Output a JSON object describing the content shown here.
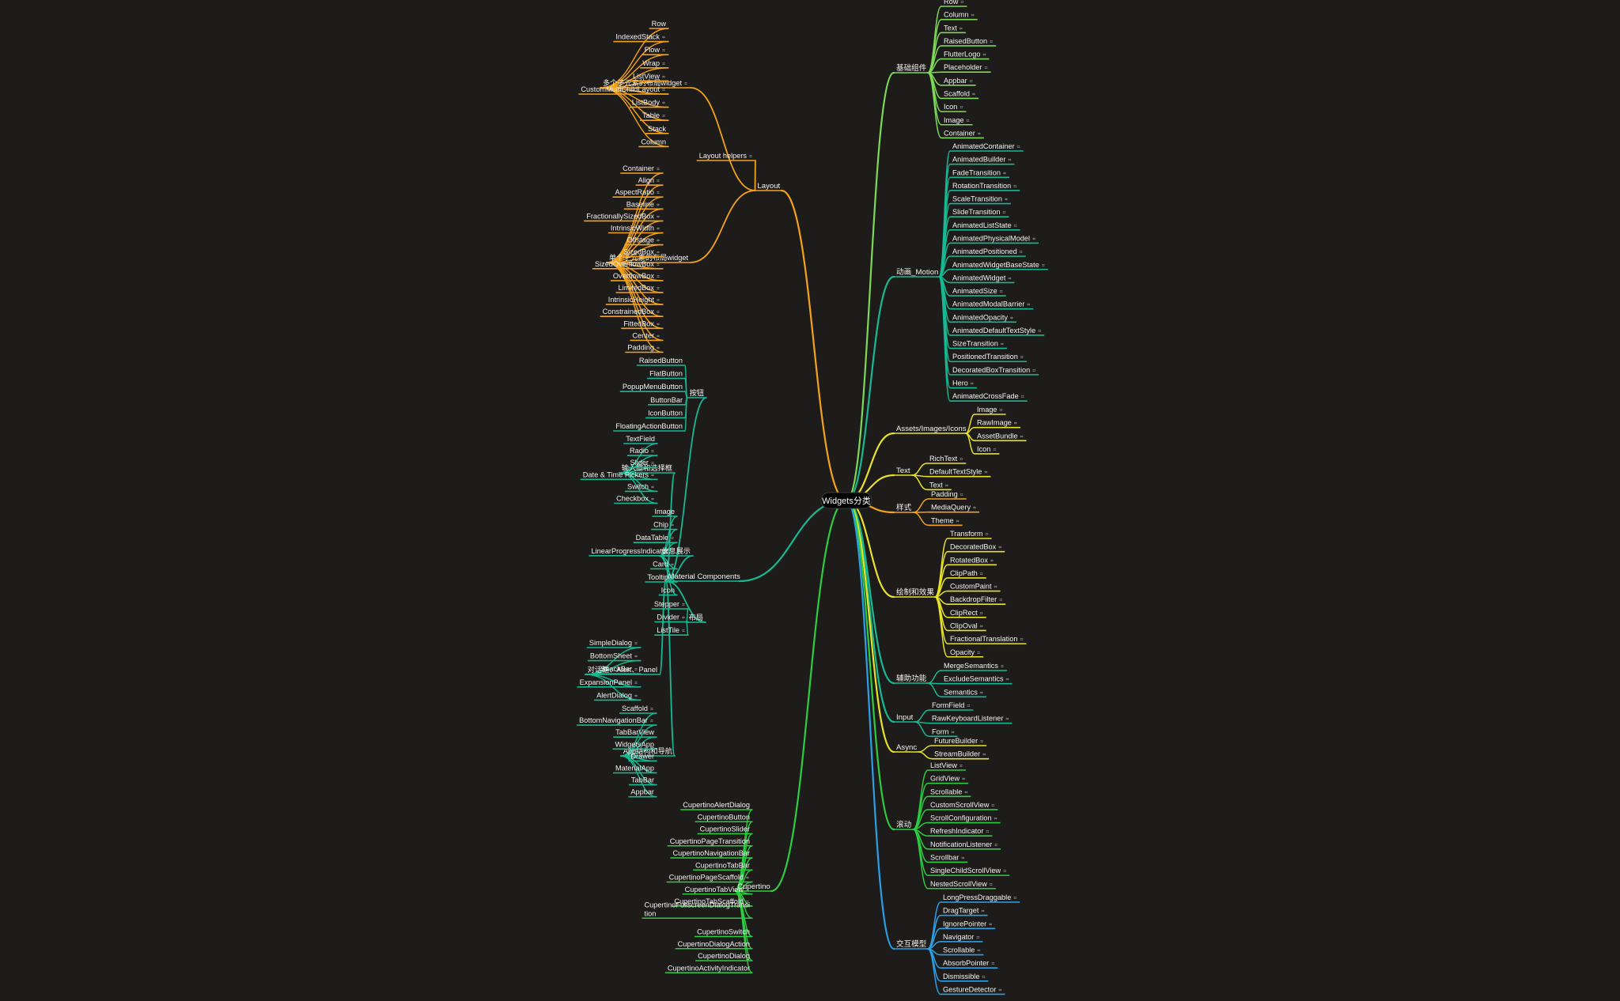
{
  "root": "Widgets分类",
  "colors": {
    "background": "#1e1c1a",
    "orange": "#f4a21c",
    "teal": "#17b992",
    "green": "#2ecc40",
    "lime": "#7ed957",
    "yellow": "#e8e22a",
    "blue": "#2ca0e6",
    "text": "#f4f4f4"
  },
  "marker_glyph": "⌗",
  "left": [
    {
      "label": "Layout",
      "color": "orange",
      "children": [
        {
          "label": "多个子元素的布局widget",
          "marker": true,
          "children": [
            {
              "label": "Row",
              "marker": false
            },
            {
              "label": "IndexedStack",
              "marker": true
            },
            {
              "label": "Flow",
              "marker": true
            },
            {
              "label": "Wrap",
              "marker": true
            },
            {
              "label": "ListView",
              "marker": true
            },
            {
              "label": "CustomMultiChildLayout",
              "marker": true
            },
            {
              "label": "ListBody",
              "marker": true
            },
            {
              "label": "Table",
              "marker": true
            },
            {
              "label": "Stack",
              "marker": false
            },
            {
              "label": "Column",
              "marker": false
            }
          ]
        },
        {
          "label": "Layout helpers",
          "marker": true,
          "children": []
        },
        {
          "label": "单个子元素的布局widget",
          "marker": false,
          "children": [
            {
              "label": "Container",
              "marker": true
            },
            {
              "label": "Align",
              "marker": true
            },
            {
              "label": "AspectRatio",
              "marker": true
            },
            {
              "label": "Baseline",
              "marker": true
            },
            {
              "label": "FractionallySizedBox",
              "marker": true
            },
            {
              "label": "IntrinsicWidth",
              "marker": true
            },
            {
              "label": "Offstage",
              "marker": true
            },
            {
              "label": "SizedBox",
              "marker": true
            },
            {
              "label": "SizedOverflowBox",
              "marker": true
            },
            {
              "label": "OverflowBox",
              "marker": true
            },
            {
              "label": "LimitedBox",
              "marker": true
            },
            {
              "label": "IntrinsicHeight",
              "marker": true
            },
            {
              "label": "ConstrainedBox",
              "marker": true
            },
            {
              "label": "FittedBox",
              "marker": true
            },
            {
              "label": "Center",
              "marker": true
            },
            {
              "label": "Padding",
              "marker": true
            }
          ]
        }
      ]
    },
    {
      "label": "Material Components",
      "color": "teal",
      "children": [
        {
          "label": "按钮",
          "marker": false,
          "children": [
            {
              "label": "RaisedButton",
              "marker": false
            },
            {
              "label": "FlatButton",
              "marker": false
            },
            {
              "label": "PopupMenuButton",
              "marker": false
            },
            {
              "label": "ButtonBar",
              "marker": false
            },
            {
              "label": "IconButton",
              "marker": false
            },
            {
              "label": "FloatingActionButton",
              "marker": false
            }
          ]
        },
        {
          "label": "输入框和选择框",
          "marker": false,
          "children": [
            {
              "label": "TextField",
              "marker": false
            },
            {
              "label": "Radio",
              "marker": true
            },
            {
              "label": "Slider",
              "marker": true
            },
            {
              "label": "Date & Time Pickers",
              "marker": true
            },
            {
              "label": "Switch",
              "marker": true
            },
            {
              "label": "Checkbox",
              "marker": true
            }
          ]
        },
        {
          "label": "信息展示",
          "marker": false,
          "children": [
            {
              "label": "Image",
              "marker": false
            },
            {
              "label": "Chip",
              "marker": true
            },
            {
              "label": "DataTable",
              "marker": true
            },
            {
              "label": "LinearProgressIndicator",
              "marker": true
            },
            {
              "label": "Card",
              "marker": true
            },
            {
              "label": "Tooltip",
              "marker": true
            },
            {
              "label": "Icon",
              "marker": false
            }
          ]
        },
        {
          "label": "布局",
          "marker": false,
          "children": [
            {
              "label": "Stepper",
              "marker": true
            },
            {
              "label": "Divider",
              "marker": true
            },
            {
              "label": "ListTile",
              "marker": true
            }
          ]
        },
        {
          "label": "对话框、Alert、Panel",
          "marker": false,
          "children": [
            {
              "label": "SimpleDialog",
              "marker": true
            },
            {
              "label": "BottomSheet",
              "marker": true
            },
            {
              "label": "SnackBar",
              "marker": true
            },
            {
              "label": "ExpansionPanel",
              "marker": true
            },
            {
              "label": "AlertDialog",
              "marker": true
            }
          ]
        },
        {
          "label": "App结构和导航",
          "marker": false,
          "children": [
            {
              "label": "Scaffold",
              "marker": true
            },
            {
              "label": "BottomNavigationBar",
              "marker": true
            },
            {
              "label": "TabBarView",
              "marker": false
            },
            {
              "label": "WidgetsApp",
              "marker": false
            },
            {
              "label": "Drawer",
              "marker": false
            },
            {
              "label": "MaterialApp",
              "marker": false
            },
            {
              "label": "TabBar",
              "marker": false
            },
            {
              "label": "Appbar",
              "marker": false
            }
          ]
        }
      ]
    },
    {
      "label": "Cupertino",
      "color": "green",
      "children": [
        {
          "label": "CupertinoAlertDialog",
          "marker": false
        },
        {
          "label": "CupertinoButton",
          "marker": false
        },
        {
          "label": "CupertinoSlider",
          "marker": false
        },
        {
          "label": "CupertinoPageTransition",
          "marker": false
        },
        {
          "label": "CupertinoNavigationBar",
          "marker": false
        },
        {
          "label": "CupertinoTabBar",
          "marker": false
        },
        {
          "label": "CupertinoPageScaffold",
          "marker": true
        },
        {
          "label": "CupertinoTabView",
          "marker": true
        },
        {
          "label": "CupertinoTabScaffold",
          "marker": true
        },
        {
          "label": "CupertinoFullscreenDialogTransi\ntion",
          "marker": false
        },
        {
          "label": "CupertinoSwitch",
          "marker": false
        },
        {
          "label": "CupertinoDialogAction",
          "marker": false
        },
        {
          "label": "CupertinoDialog",
          "marker": false
        },
        {
          "label": "CupertinoActivityIndicator",
          "marker": false
        }
      ]
    }
  ],
  "right": [
    {
      "label": "基础组件",
      "color": "lime",
      "children": [
        {
          "label": "Row",
          "marker": true
        },
        {
          "label": "Column",
          "marker": true
        },
        {
          "label": "Text",
          "marker": true
        },
        {
          "label": "RaisedButton",
          "marker": true
        },
        {
          "label": "FlutterLogo",
          "marker": true
        },
        {
          "label": "Placeholder",
          "marker": true
        },
        {
          "label": "Appbar",
          "marker": true
        },
        {
          "label": "Scaffold",
          "marker": true
        },
        {
          "label": "Icon",
          "marker": true
        },
        {
          "label": "Image",
          "marker": true
        },
        {
          "label": "Container",
          "marker": true
        }
      ]
    },
    {
      "label": "动画_Motion",
      "color": "teal",
      "children": [
        {
          "label": "AnimatedContainer",
          "marker": true
        },
        {
          "label": "AnimatedBuilder",
          "marker": true
        },
        {
          "label": "FadeTransition",
          "marker": true
        },
        {
          "label": "RotationTransition",
          "marker": true
        },
        {
          "label": "ScaleTransition",
          "marker": true
        },
        {
          "label": "SlideTransition",
          "marker": true
        },
        {
          "label": "AnimatedListState",
          "marker": true
        },
        {
          "label": "AnimatedPhysicalModel",
          "marker": true
        },
        {
          "label": "AnimatedPositioned",
          "marker": true
        },
        {
          "label": "AnimatedWidgetBaseState",
          "marker": true
        },
        {
          "label": "AnimatedWidget",
          "marker": true
        },
        {
          "label": "AnimatedSize",
          "marker": true
        },
        {
          "label": "AnimatedModalBarrier",
          "marker": true
        },
        {
          "label": "AnimatedOpacity",
          "marker": true
        },
        {
          "label": "AnimatedDefaultTextStyle",
          "marker": true
        },
        {
          "label": "SizeTransition",
          "marker": true
        },
        {
          "label": "PositionedTransition",
          "marker": true
        },
        {
          "label": "DecoratedBoxTransition",
          "marker": true
        },
        {
          "label": "Hero",
          "marker": true
        },
        {
          "label": "AnimatedCrossFade",
          "marker": true
        }
      ]
    },
    {
      "label": "Assets/Images/Icons",
      "color": "yellow",
      "children": [
        {
          "label": "Image",
          "marker": true
        },
        {
          "label": "RawImage",
          "marker": true
        },
        {
          "label": "AssetBundle",
          "marker": true
        },
        {
          "label": "Icon",
          "marker": true
        }
      ]
    },
    {
      "label": "Text",
      "color": "yellow",
      "children": [
        {
          "label": "RichText",
          "marker": true
        },
        {
          "label": "DefaultTextStyle",
          "marker": true
        },
        {
          "label": "Text",
          "marker": true
        }
      ]
    },
    {
      "label": "样式",
      "color": "orange",
      "children": [
        {
          "label": "Padding",
          "marker": true
        },
        {
          "label": "MediaQuery",
          "marker": true
        },
        {
          "label": "Theme",
          "marker": true
        }
      ]
    },
    {
      "label": "绘制和效果",
      "color": "yellow",
      "children": [
        {
          "label": "Transform",
          "marker": true
        },
        {
          "label": "DecoratedBox",
          "marker": true
        },
        {
          "label": "RotatedBox",
          "marker": true
        },
        {
          "label": "ClipPath",
          "marker": true
        },
        {
          "label": "CustomPaint",
          "marker": true
        },
        {
          "label": "BackdropFilter",
          "marker": true
        },
        {
          "label": "ClipRect",
          "marker": true
        },
        {
          "label": "ClipOval",
          "marker": true
        },
        {
          "label": "FractionalTranslation",
          "marker": true
        },
        {
          "label": "Opacity",
          "marker": true
        }
      ]
    },
    {
      "label": "辅助功能",
      "color": "teal",
      "children": [
        {
          "label": "MergeSemantics",
          "marker": true
        },
        {
          "label": "ExcludeSemantics",
          "marker": true
        },
        {
          "label": "Semantics",
          "marker": true
        }
      ]
    },
    {
      "label": "Input",
      "color": "teal",
      "children": [
        {
          "label": "FormField",
          "marker": true
        },
        {
          "label": "RawKeyboardListener",
          "marker": true
        },
        {
          "label": "Form",
          "marker": true
        }
      ]
    },
    {
      "label": "Async",
      "color": "yellow",
      "children": [
        {
          "label": "FutureBuilder",
          "marker": true
        },
        {
          "label": "StreamBuilder",
          "marker": true
        }
      ]
    },
    {
      "label": "滚动",
      "color": "green",
      "children": [
        {
          "label": "ListView",
          "marker": true
        },
        {
          "label": "GridView",
          "marker": true
        },
        {
          "label": "Scrollable",
          "marker": true
        },
        {
          "label": "CustomScrollView",
          "marker": true
        },
        {
          "label": "ScrollConfiguration",
          "marker": true
        },
        {
          "label": "RefreshIndicator",
          "marker": true
        },
        {
          "label": "NotificationListener",
          "marker": true
        },
        {
          "label": "Scrollbar",
          "marker": true
        },
        {
          "label": "SingleChildScrollView",
          "marker": true
        },
        {
          "label": "NestedScrollView",
          "marker": true
        }
      ]
    },
    {
      "label": "交互模型",
      "color": "blue",
      "children": [
        {
          "label": "LongPressDraggable",
          "marker": true
        },
        {
          "label": "DragTarget",
          "marker": true
        },
        {
          "label": "IgnorePointer",
          "marker": true
        },
        {
          "label": "Navigator",
          "marker": true
        },
        {
          "label": "Scrollable",
          "marker": true
        },
        {
          "label": "AbsorbPointer",
          "marker": true
        },
        {
          "label": "Dismissible",
          "marker": true
        },
        {
          "label": "GestureDetector",
          "marker": true
        }
      ]
    }
  ]
}
